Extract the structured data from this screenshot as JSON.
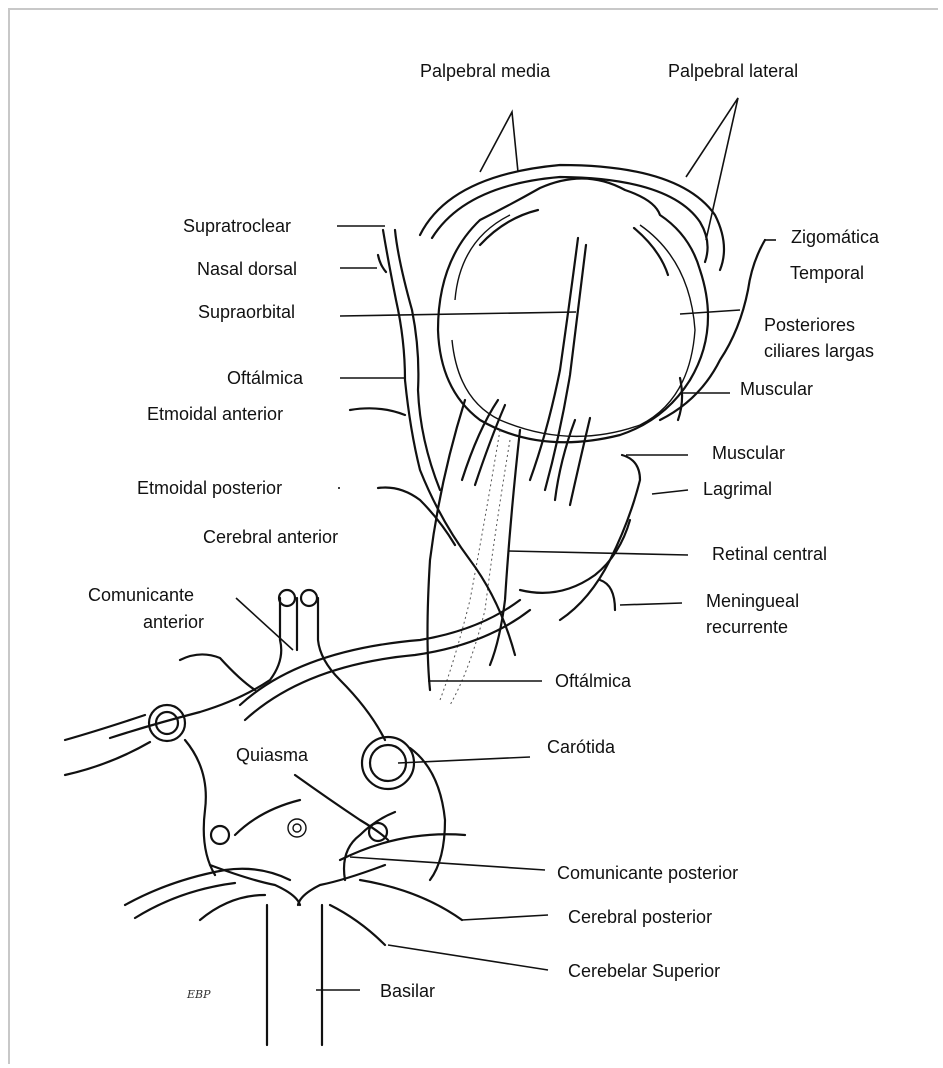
{
  "labels": {
    "palpebral_media": "Palpebral media",
    "palpebral_lateral": "Palpebral lateral",
    "supratroclear": "Supratroclear",
    "zigomatica": "Zigomática",
    "nasal_dorsal": "Nasal dorsal",
    "temporal": "Temporal",
    "supraorbital": "Supraorbital",
    "posteriores_ciliares_largas_1": "Posteriores",
    "posteriores_ciliares_largas_2": "ciliares largas",
    "oftalmica_top": "Oftálmica",
    "muscular_1": "Muscular",
    "etmoidal_anterior": "Etmoidal anterior",
    "muscular_2": "Muscular",
    "etmoidal_posterior": "Etmoidal posterior",
    "lagrimal": "Lagrimal",
    "cerebral_anterior": "Cerebral anterior",
    "retinal_central": "Retinal central",
    "comunicante_anterior_1": "Comunicante",
    "comunicante_anterior_2": "anterior",
    "meningueal_recurrente_1": "Meningueal",
    "meningueal_recurrente_2": "recurrente",
    "oftalmica_bottom": "Oftálmica",
    "quiasma": "Quiasma",
    "carotida": "Carótida",
    "comunicante_posterior": "Comunicante posterior",
    "cerebral_posterior": "Cerebral posterior",
    "cerebelar_superior": "Cerebelar Superior",
    "basilar": "Basilar"
  },
  "signature": "EBP"
}
